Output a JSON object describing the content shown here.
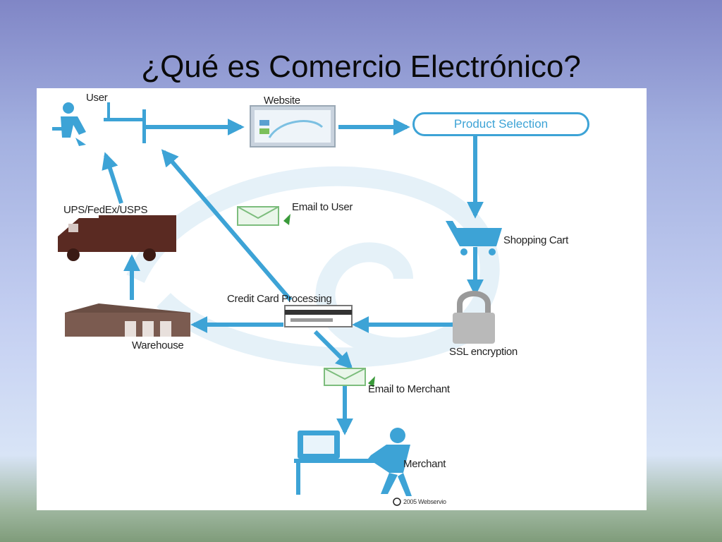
{
  "slide": {
    "title": "¿Qué es Comercio Electrónico?"
  },
  "diagram": {
    "nodes": {
      "user": "User",
      "website": "Website",
      "product_selection": "Product Selection",
      "shopping_cart": "Shopping Cart",
      "ssl": "SSL encryption",
      "credit_card": "Credit Card Processing",
      "email_user": "Email to User",
      "email_merchant": "Email to Merchant",
      "merchant": "Merchant",
      "carriers": "UPS/FedEx/USPS",
      "warehouse": "Warehouse"
    },
    "copyright": "2005 Webservio"
  },
  "colors": {
    "arrow": "#3da3d6",
    "truck": "#5a2a22",
    "warehouse": "#6a4e44",
    "icon": "#3da3d6"
  }
}
